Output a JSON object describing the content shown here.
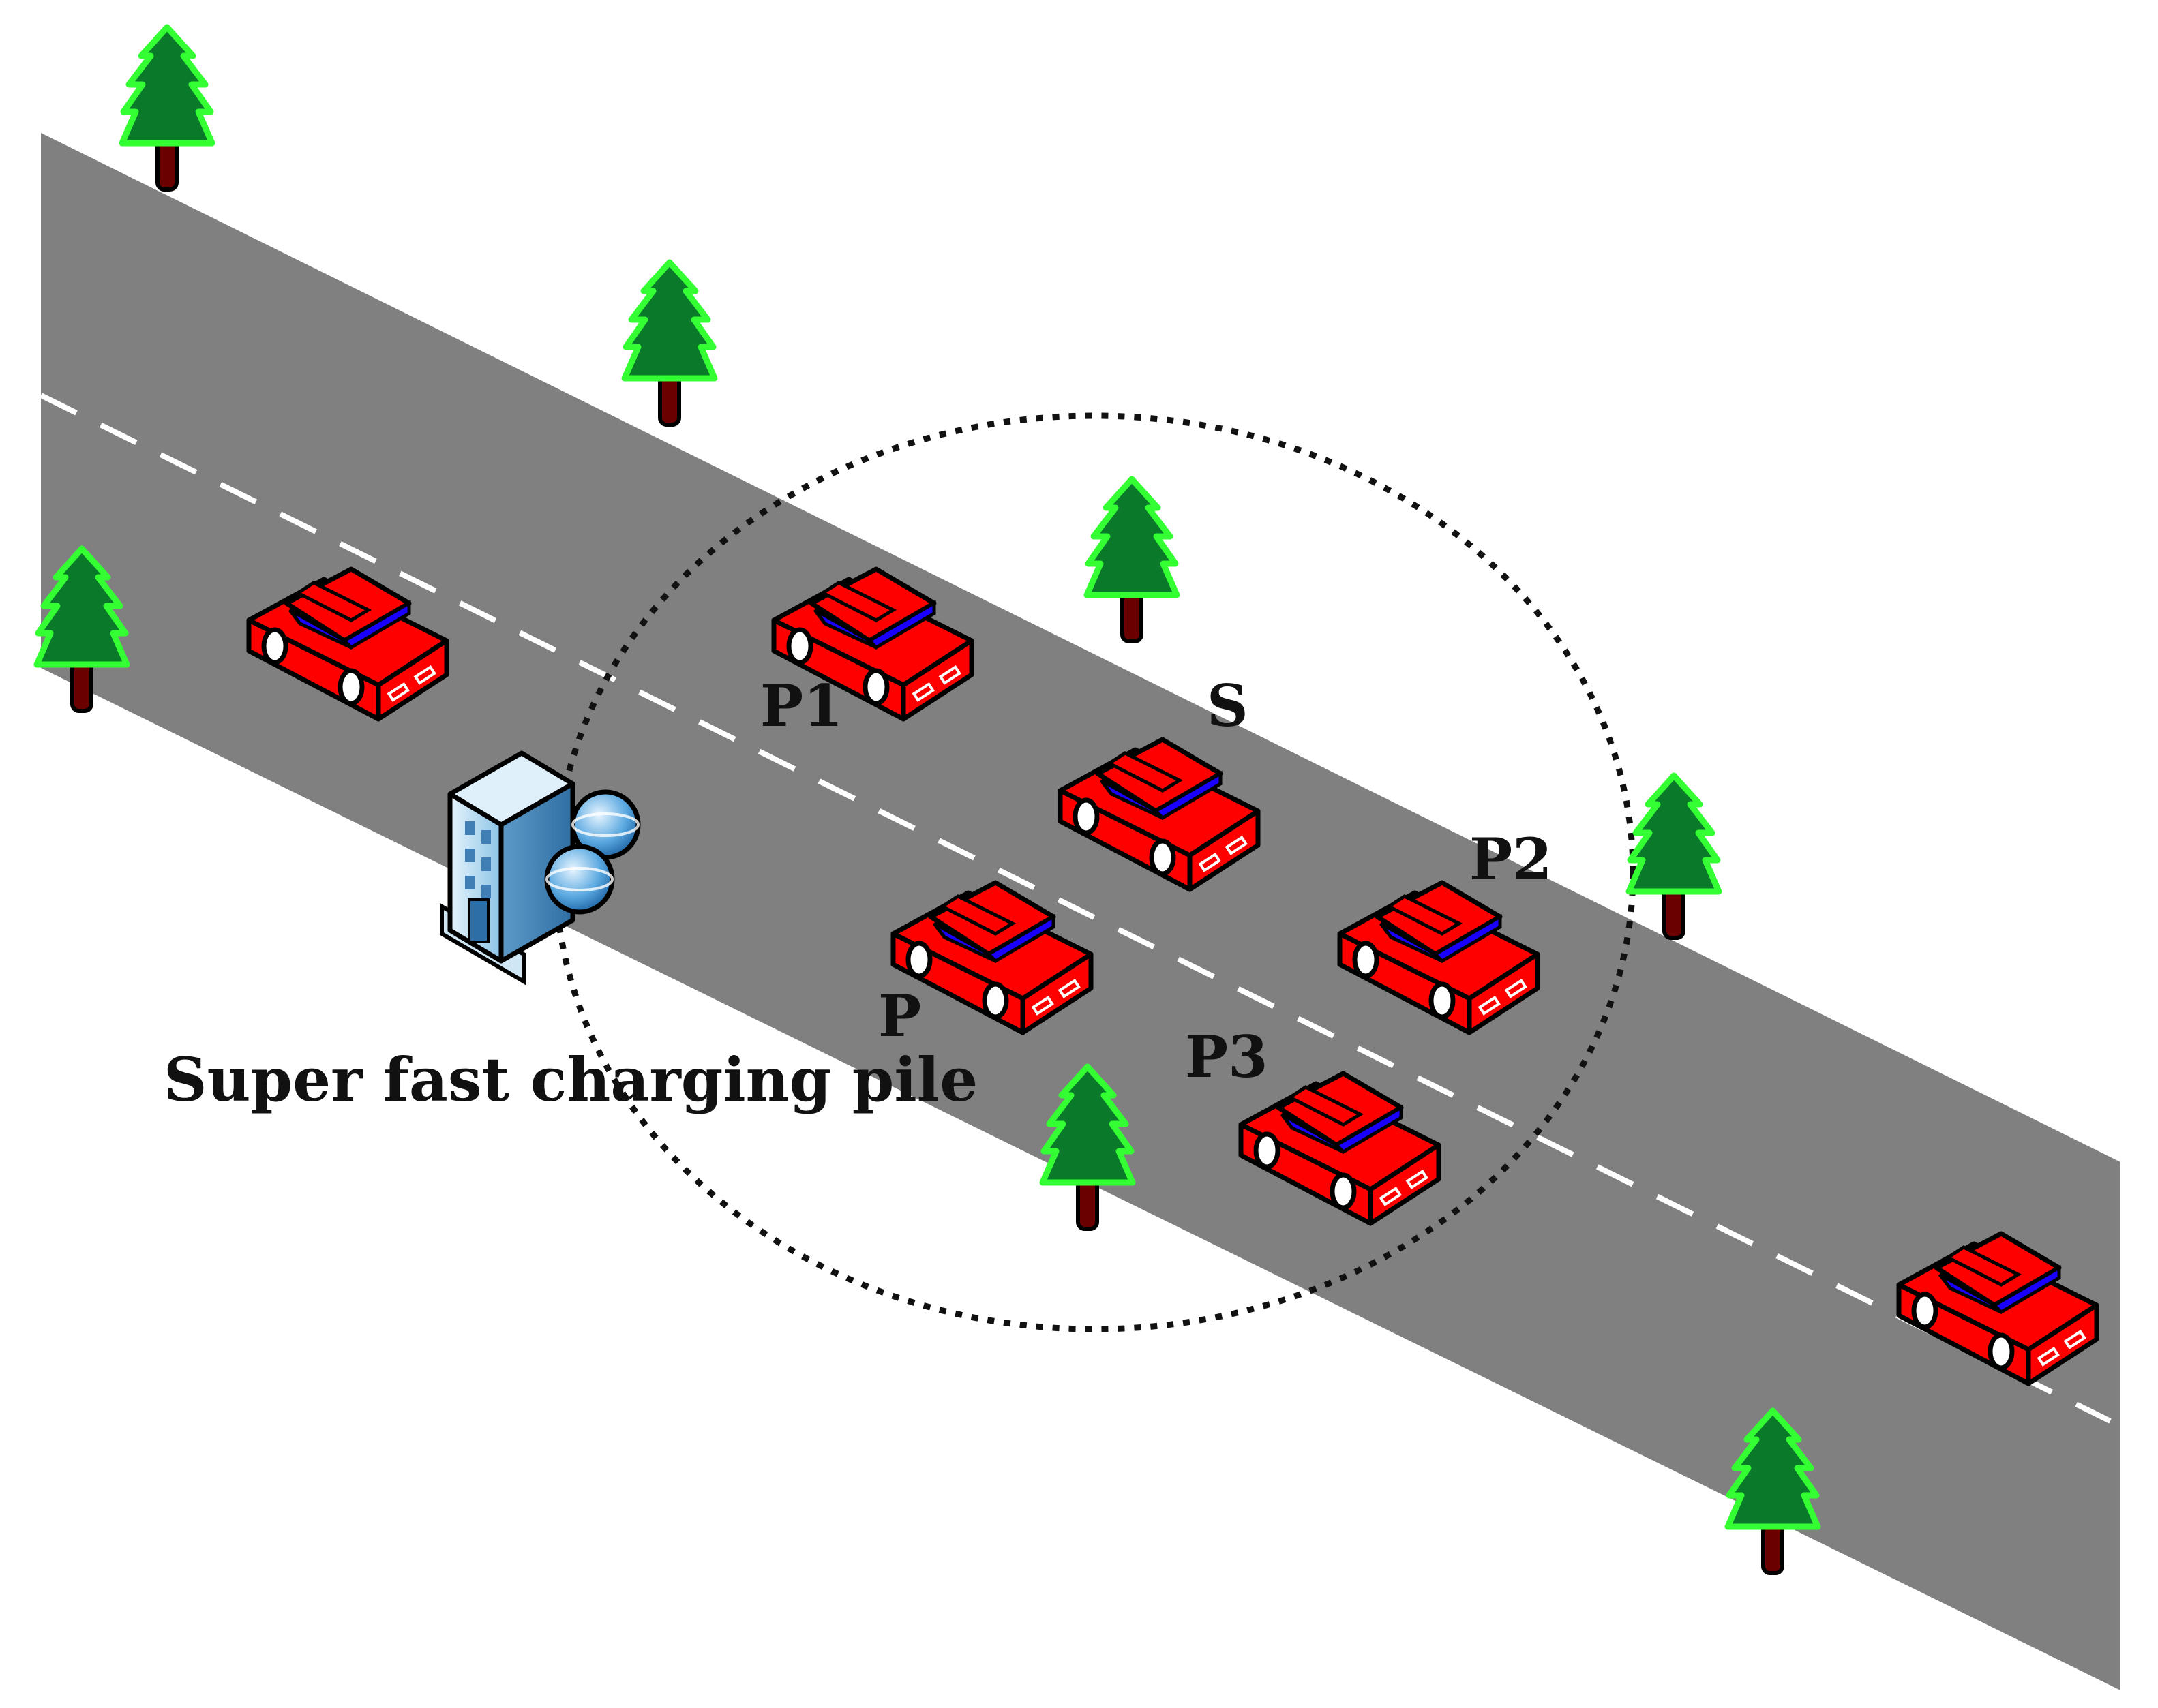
{
  "labels": {
    "P1": "P1",
    "S": "S",
    "P2": "P2",
    "P": "P",
    "P3": "P3",
    "pile": "Super fast charging pile"
  },
  "colors": {
    "road": "#808080",
    "lane_marking": "#ffffff",
    "car_body": "#ff0000",
    "car_window": "#1a00ff",
    "tree_foliage": "#0a7a2a",
    "tree_outline": "#33ff33",
    "tree_trunk": "#6b0000",
    "building": "#a9d4ee",
    "range_circle": "#111111"
  },
  "icons": {
    "car": "car-icon",
    "tree": "tree-icon",
    "charging_station": "building-with-globes-icon"
  }
}
